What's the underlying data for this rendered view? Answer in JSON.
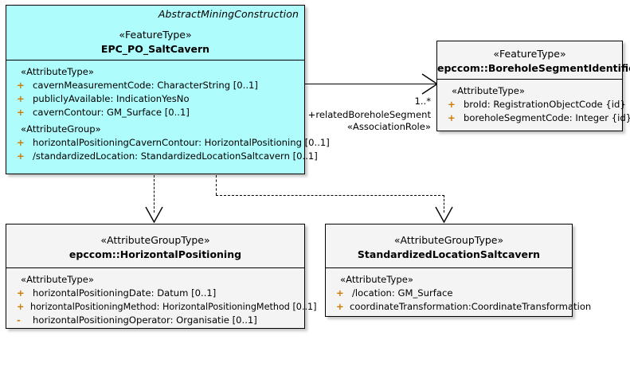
{
  "diagram": {
    "type": "uml-class-diagram",
    "background": "#ffffff",
    "highlight_color": "#aefcfc",
    "plain_color": "#f4f4f4"
  },
  "classes": [
    {
      "id": "salt-cavern",
      "package": "AbstractMiningConstruction",
      "stereotype": "«FeatureType»",
      "name": "EPC_PO_SaltCavern",
      "compartments": [
        {
          "group_stereotype": "«AttributeType»",
          "attributes": [
            {
              "visibility": "+",
              "text": "cavernMeasurementCode: CharacterString [0..1]"
            },
            {
              "visibility": "+",
              "text": "publiclyAvailable: IndicationYesNo"
            },
            {
              "visibility": "+",
              "text": "cavernContour: GM_Surface [0..1]"
            }
          ]
        },
        {
          "group_stereotype": "«AttributeGroup»",
          "attributes": [
            {
              "visibility": "+",
              "text": "horizontalPositioningCavernContour: HorizontalPositioning [0..1]"
            },
            {
              "visibility": "+",
              "text": "/standardizedLocation: StandardizedLocationSaltcavern [0..1]"
            }
          ]
        }
      ]
    },
    {
      "id": "borehole-segment-identification",
      "package": "",
      "stereotype": "«FeatureType»",
      "name": "epccom::BoreholeSegmentIdentification",
      "compartments": [
        {
          "group_stereotype": "«AttributeType»",
          "attributes": [
            {
              "visibility": "+",
              "text": "broId: RegistrationObjectCode {id}"
            },
            {
              "visibility": "+",
              "text": "boreholeSegmentCode: Integer {id}"
            }
          ]
        }
      ]
    },
    {
      "id": "horizontal-positioning",
      "package": "",
      "stereotype": "«AttributeGroupType»",
      "name": "epccom::HorizontalPositioning",
      "compartments": [
        {
          "group_stereotype": "«AttributeType»",
          "attributes": [
            {
              "visibility": "+",
              "text": "horizontalPositioningDate: Datum [0..1]"
            },
            {
              "visibility": "+",
              "text": "horizontalPositioningMethod: HorizontalPositioningMethod [0..1]"
            },
            {
              "visibility": "-",
              "text": "horizontalPositioningOperator: Organisatie [0..1]"
            }
          ]
        }
      ]
    },
    {
      "id": "standardized-location-saltcavern",
      "package": "",
      "stereotype": "«AttributeGroupType»",
      "name": "StandardizedLocationSaltcavern",
      "compartments": [
        {
          "group_stereotype": "«AttributeType»",
          "attributes": [
            {
              "visibility": "+",
              "text": "/location: GM_Surface"
            },
            {
              "visibility": "+",
              "text": "coordinateTransformation:CoordinateTransformation"
            }
          ]
        }
      ]
    }
  ],
  "relationships": {
    "association": {
      "from": "salt-cavern",
      "to": "borehole-segment-identification",
      "multiplicity": "1..*",
      "role": "+relatedBoreholeSegment",
      "stereotype": "«AssociationRole»"
    },
    "dependencies": [
      {
        "from": "salt-cavern",
        "to": "horizontal-positioning"
      },
      {
        "from": "salt-cavern",
        "to": "standardized-location-saltcavern"
      }
    ]
  }
}
